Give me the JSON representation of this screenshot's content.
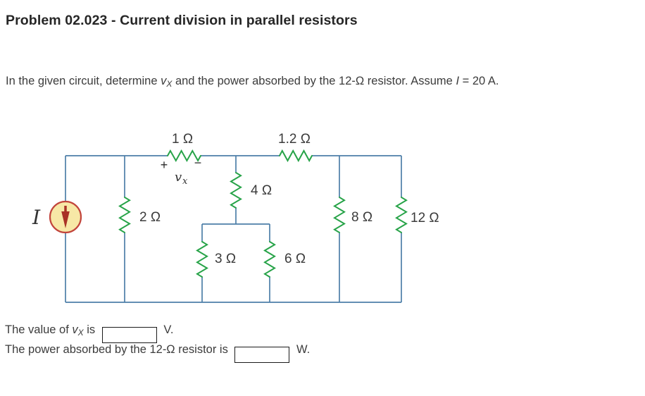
{
  "header": {
    "title": "Problem 02.023 - Current division in parallel resistors"
  },
  "problem": {
    "part1": "In the given circuit, determine ",
    "var_v": "v",
    "var_v_sub": "X",
    "part2": " and the power absorbed by the 12-Ω resistor. Assume ",
    "var_i": "I",
    "part3": " = 20 A."
  },
  "circuit": {
    "source_label": "I",
    "labels": {
      "r1": "1 Ω",
      "r1_2": "1.2 Ω",
      "r2": "2 Ω",
      "r3": "3 Ω",
      "r4": "4 Ω",
      "r6": "6 Ω",
      "r8": "8 Ω",
      "r12": "12 Ω"
    },
    "vx": {
      "plus": "+",
      "minus": "−",
      "v": "v",
      "sub": "x"
    },
    "colors": {
      "wire": "#4d7ea8",
      "resistor": "#27a348",
      "source_fill": "#f7e8a6",
      "source_stroke": "#c2453c",
      "arrow": "#a93226"
    }
  },
  "answers": {
    "line1": {
      "part1": "The value of ",
      "var": "v",
      "var_sub": "X",
      "part2": "is",
      "unit": "V."
    },
    "line2": {
      "part1": "The power absorbed by the 12-Ω resistor is",
      "unit": "W."
    },
    "input1_value": "",
    "input2_value": ""
  }
}
